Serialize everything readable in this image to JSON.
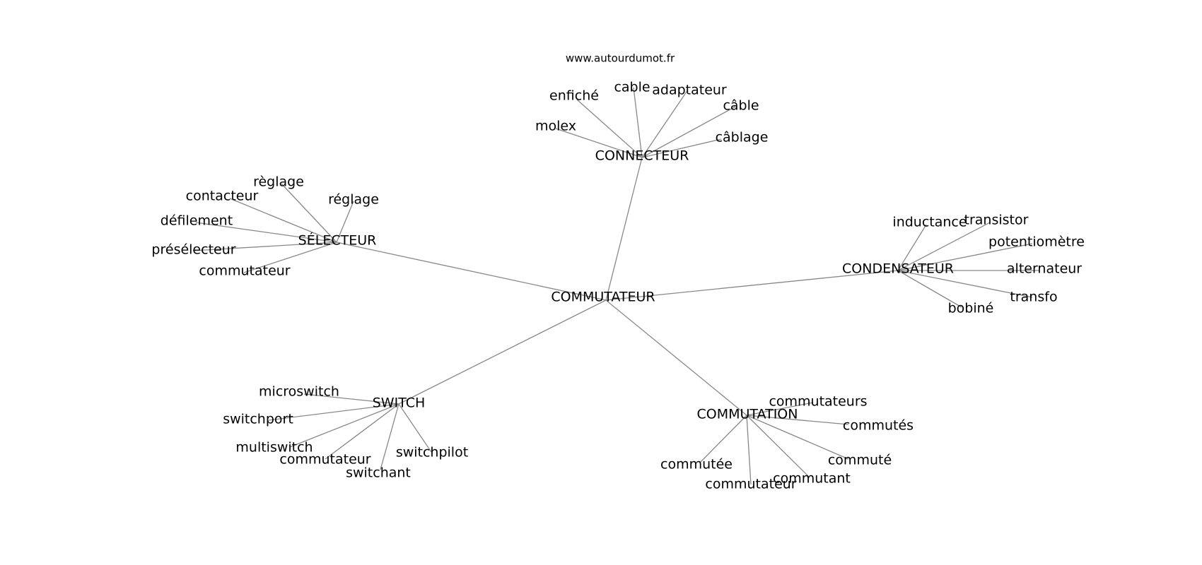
{
  "source": "www.autourdumot.fr",
  "center": {
    "label": "COMMUTATEUR"
  },
  "hubs": [
    {
      "id": "connecteur",
      "label": "CONNECTEUR",
      "leaves": [
        "molex",
        "enfiché",
        "cable",
        "adaptateur",
        "câble",
        "câblage"
      ]
    },
    {
      "id": "selecteur",
      "label": "SÉLECTEUR",
      "leaves": [
        "règlage",
        "contacteur",
        "réglage",
        "défilement",
        "présélecteur",
        "commutateur"
      ]
    },
    {
      "id": "condensateur",
      "label": "CONDENSATEUR",
      "leaves": [
        "inductance",
        "transistor",
        "potentiomètre",
        "alternateur",
        "transfo",
        "bobiné"
      ]
    },
    {
      "id": "switch",
      "label": "SWITCH",
      "leaves": [
        "microswitch",
        "switchport",
        "multiswitch",
        "commutateur",
        "switchant",
        "switchpilot"
      ]
    },
    {
      "id": "commutation",
      "label": "COMMUTATION",
      "leaves": [
        "commutateurs",
        "commutés",
        "commuté",
        "commutant",
        "commutateur",
        "commutée"
      ]
    }
  ]
}
